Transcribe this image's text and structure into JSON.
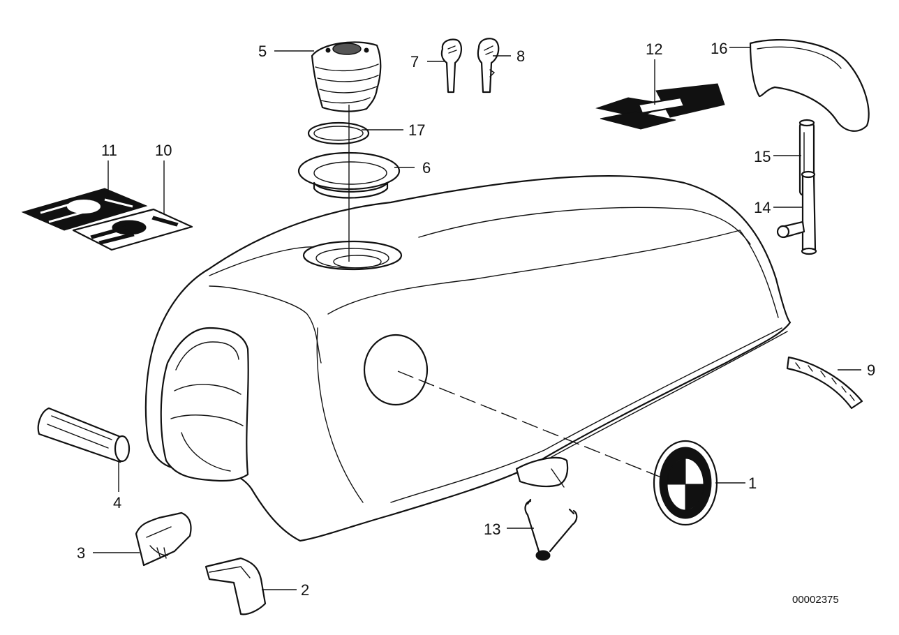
{
  "diagram": {
    "reference_code": "00002375",
    "callouts": {
      "c1": "1",
      "c2": "2",
      "c3": "3",
      "c4": "4",
      "c5": "5",
      "c6": "6",
      "c7": "7",
      "c8": "8",
      "c9": "9",
      "c10": "10",
      "c11": "11",
      "c12": "12",
      "c13": "13",
      "c14": "14",
      "c15": "15",
      "c16": "16",
      "c17": "17"
    }
  }
}
